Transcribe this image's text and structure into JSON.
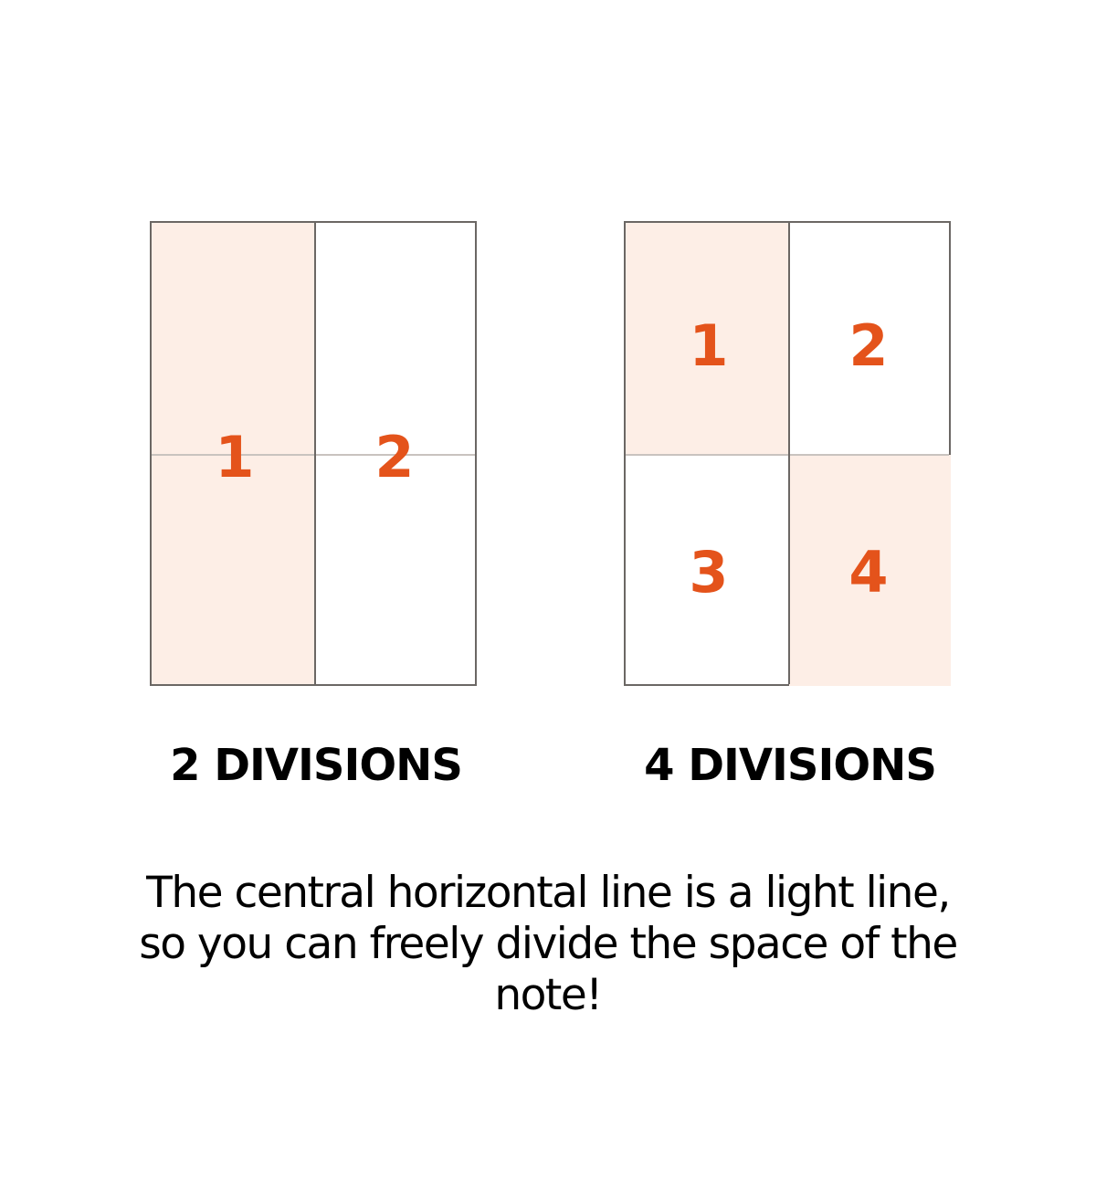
{
  "colors": {
    "accent_number": "#e4531b",
    "shade_fill": "#fdeee6",
    "border": "#6b6764",
    "light_line": "#c9c3bf"
  },
  "panels": [
    {
      "label": "2 DIVISIONS",
      "numbers": [
        "1",
        "2"
      ]
    },
    {
      "label": "4 DIVISIONS",
      "numbers": [
        "1",
        "2",
        "3",
        "4"
      ]
    }
  ],
  "caption": "The central horizontal line is a light line, so you can freely divide the space of the note!"
}
